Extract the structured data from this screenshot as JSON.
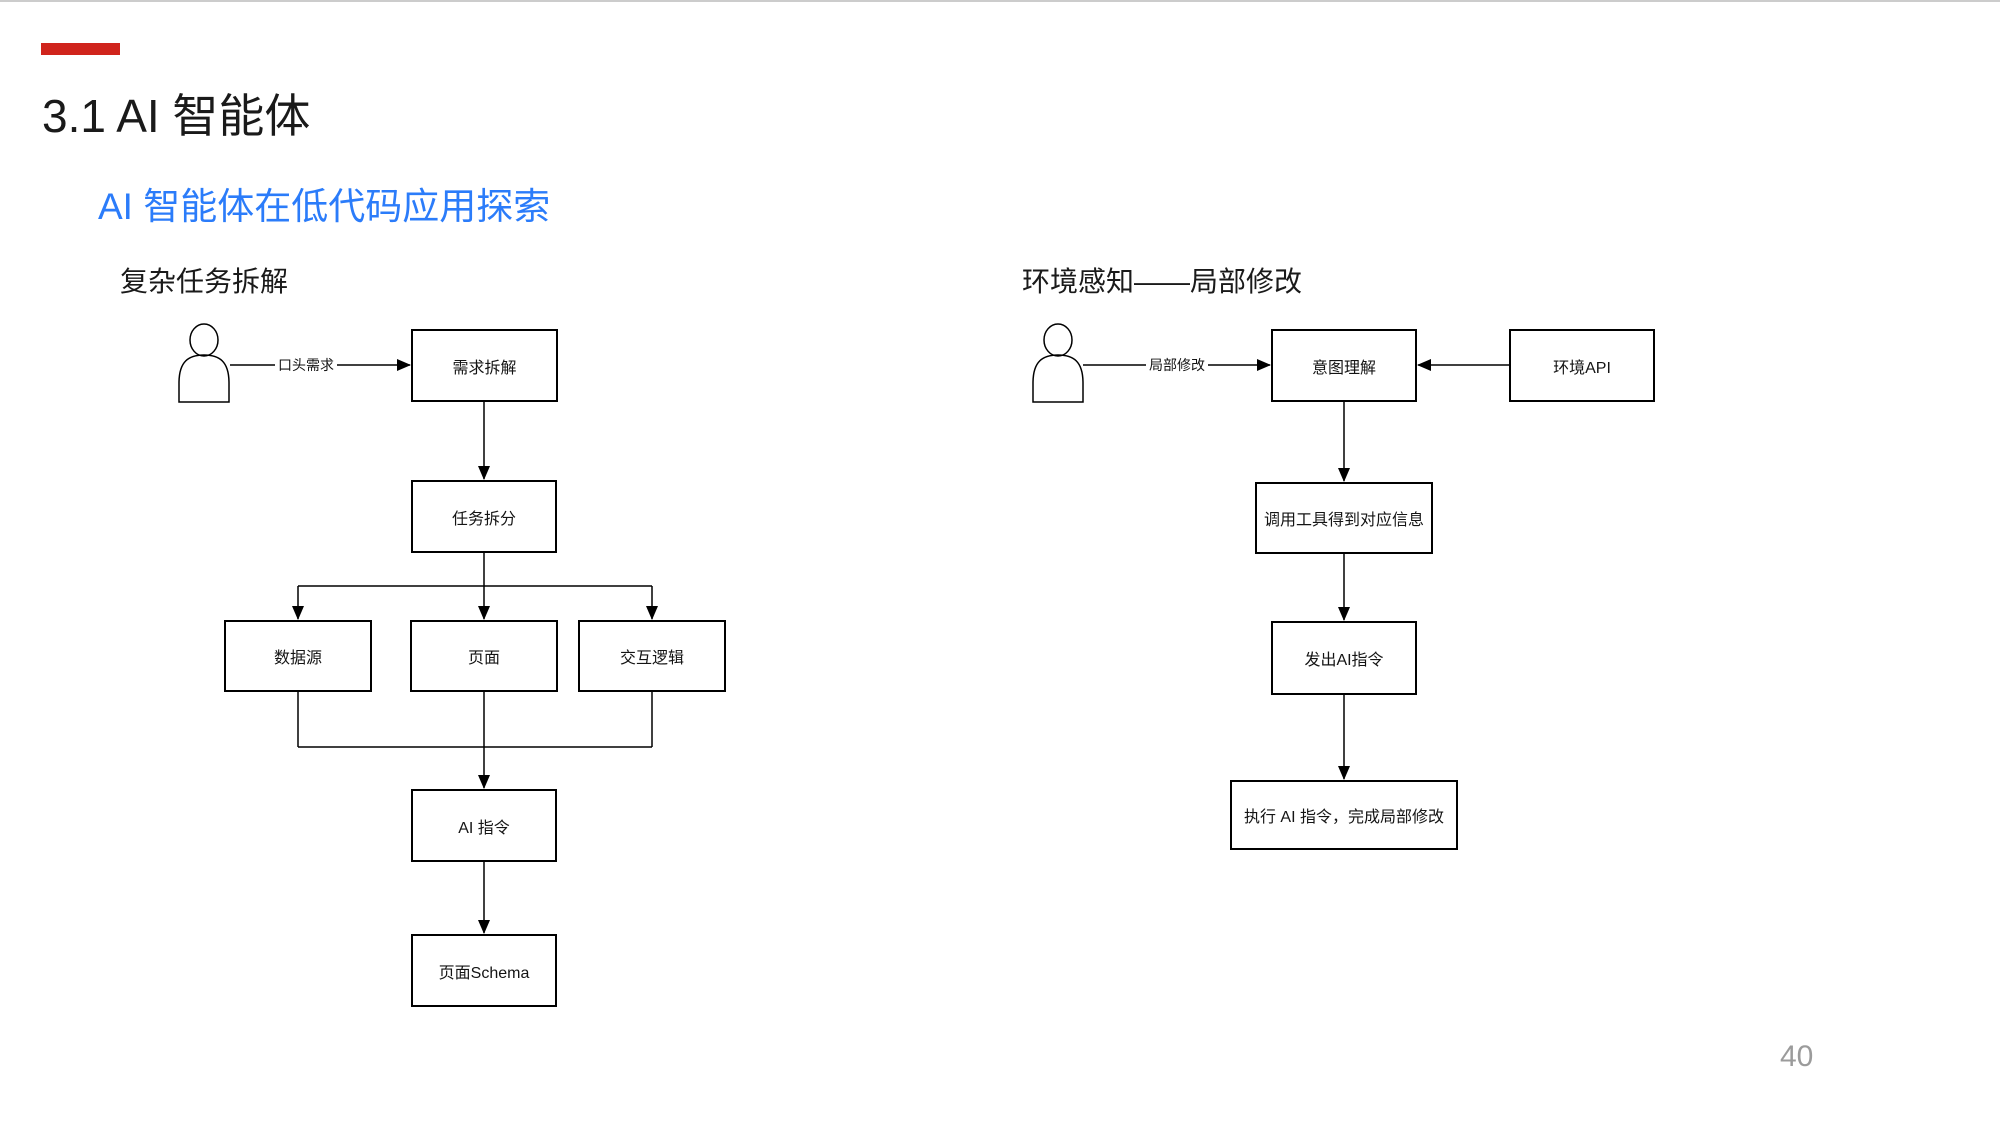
{
  "header": {
    "title": "3.1 AI 智能体",
    "subtitle": "AI 智能体在低代码应用探索"
  },
  "left_diagram": {
    "title": "复杂任务拆解",
    "actor_icon": "person-icon",
    "edge_label": "口头需求",
    "nodes": {
      "requirement_breakdown": "需求拆解",
      "task_split": "任务拆分",
      "data_source": "数据源",
      "page": "页面",
      "interaction_logic": "交互逻辑",
      "ai_command": "AI 指令",
      "page_schema": "页面Schema"
    }
  },
  "right_diagram": {
    "title": "环境感知——局部修改",
    "actor_icon": "person-icon",
    "edge_label": "局部修改",
    "nodes": {
      "intent_understanding": "意图理解",
      "env_api": "环境API",
      "tool_info": "调用工具得到对应信息",
      "send_ai_command": "发出AI指令",
      "execute_ai_command": "执行 AI 指令，完成局部修改"
    }
  },
  "footer": {
    "page_number": "40"
  },
  "colors": {
    "accent_red": "#d0241c",
    "subtitle_blue": "#2b7cfa",
    "page_number_gray": "#9b9b9b",
    "line_black": "#000000",
    "top_border_gray": "#cccccc"
  }
}
